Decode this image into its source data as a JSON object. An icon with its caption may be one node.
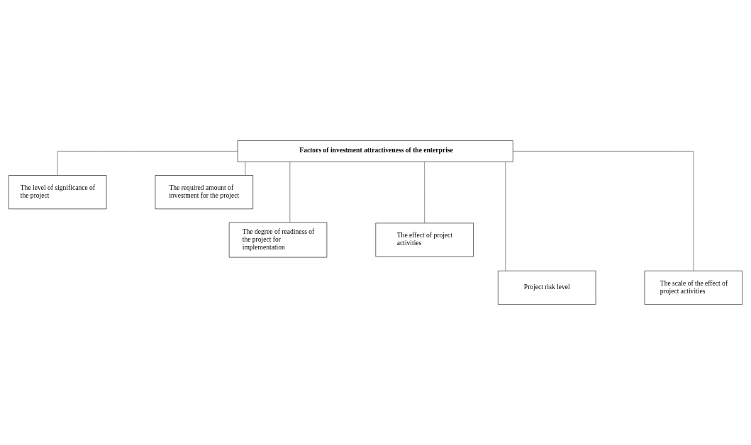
{
  "diagram": {
    "nodes": [
      {
        "text": [
          "Factors of investment attractiveness of the enterprise"
        ]
      },
      {
        "text": [
          "The level of significance of the project"
        ]
      },
      {
        "text": [
          "The required amount of investment for the project"
        ]
      },
      {
        "text": [
          "The degree of readiness of the project for implementation"
        ]
      },
      {
        "text": [
          "The effect of project activities"
        ]
      },
      {
        "text": [
          "Project risk level"
        ]
      },
      {
        "text": [
          "The scale of the effect of project activities"
        ]
      }
    ],
    "edges": [
      {
        "from": 0,
        "to": 1,
        "arrow": "none"
      },
      {
        "from": 0,
        "to": 2,
        "arrow": "none"
      },
      {
        "from": 0,
        "to": 3,
        "arrow": "none"
      },
      {
        "from": 0,
        "to": 4,
        "arrow": "none"
      },
      {
        "from": 0,
        "to": 5,
        "arrow": "none"
      },
      {
        "from": 0,
        "to": 6,
        "arrow": "none"
      }
    ]
  }
}
